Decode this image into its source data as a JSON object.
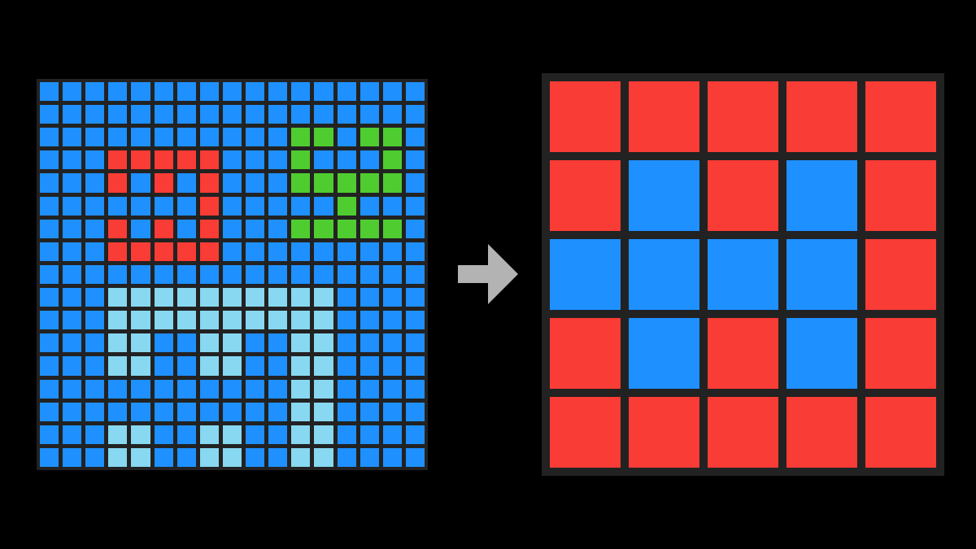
{
  "palette": {
    "b": "#1e90ff",
    "r": "#f93c35",
    "g": "#4fcc30",
    "l": "#87d8f0"
  },
  "input_grid": [
    "bbbbbbbbbbbbbbbbb",
    "bbbbbbbbbbbbbbbbb",
    "bbbbbbbbbbbggbggb",
    "bbbrrrrrbbbgbbbgb",
    "bbbrbrbrbbbgggggb",
    "bbbbbbbrbbbbbgbbb",
    "bbbrbrbrbbbgggggb",
    "bbbrrrrrbbbbbbbbb",
    "bbbbbbbbbbbbbbbbb",
    "bbbllllllllllbbbb",
    "bbbllllllllllbbbb",
    "bbbllbbllbbllbbbb",
    "bbbllbbllbbllbbbb",
    "bbbbbbbbbbbllbbbb",
    "bbbbbbbbbbbllbbbb",
    "bbbllbbllbbllbbbb",
    "bbbllbbllbbllbbbb"
  ],
  "output_grid": [
    "rrrrr",
    "rbrbr",
    "bbbbr",
    "rbrbr",
    "rrrrr"
  ],
  "arrow_color": "#b3b3b3"
}
